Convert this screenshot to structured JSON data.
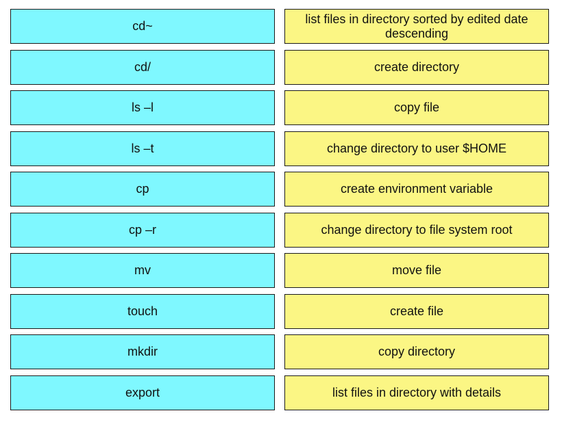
{
  "colors": {
    "command_fill": "#7ff8ff",
    "description_fill": "#fbf684",
    "border": "#1a1a1a"
  },
  "rows": [
    {
      "command": "cd~",
      "description": "list files in directory sorted by edited date descending"
    },
    {
      "command": "cd/",
      "description": "create directory"
    },
    {
      "command": "ls –l",
      "description": "copy file"
    },
    {
      "command": "ls –t",
      "description": "change directory to user $HOME"
    },
    {
      "command": "cp",
      "description": "create environment variable"
    },
    {
      "command": "cp –r",
      "description": "change directory to file system root"
    },
    {
      "command": "mv",
      "description": "move file"
    },
    {
      "command": "touch",
      "description": "create file"
    },
    {
      "command": "mkdir",
      "description": "copy directory"
    },
    {
      "command": "export",
      "description": "list files in directory with details"
    }
  ]
}
